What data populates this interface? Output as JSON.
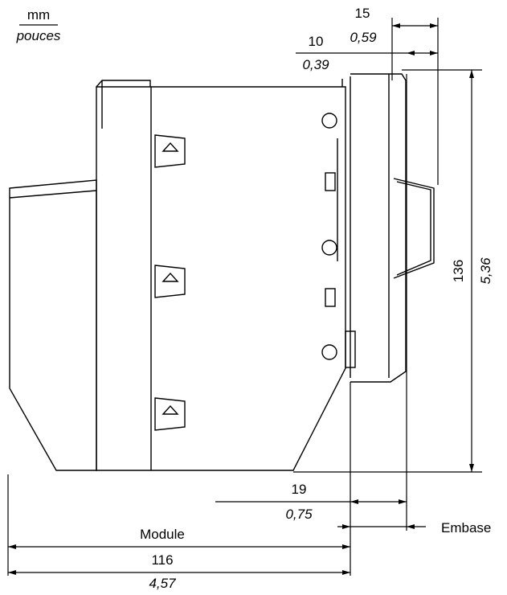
{
  "units": {
    "primary": "mm",
    "secondary": "pouces"
  },
  "dimensions": {
    "top_offset_15": {
      "mm": "15",
      "in": "0,59"
    },
    "top_offset_10": {
      "mm": "10",
      "in": "0,39"
    },
    "height": {
      "mm": "136",
      "in": "5,36"
    },
    "embase_depth": {
      "mm": "19",
      "in": "0,75"
    },
    "module_width": {
      "label": "Module",
      "mm": "116",
      "in": "4,57"
    }
  },
  "labels": {
    "embase": "Embase"
  },
  "colors": {
    "line": "#000000",
    "background": "#ffffff"
  }
}
